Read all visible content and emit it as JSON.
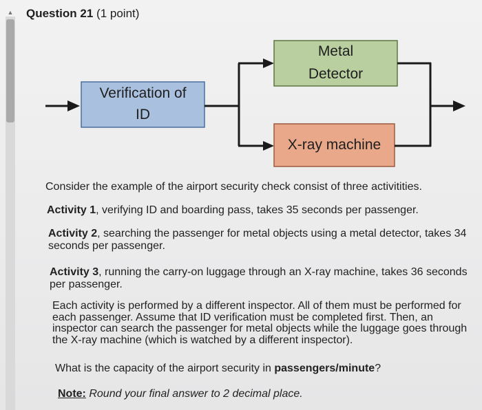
{
  "question": {
    "title": "Question 21",
    "points": "(1 point)"
  },
  "diagram": {
    "boxes": {
      "verification": {
        "line1": "Verification of",
        "line2": "ID"
      },
      "metal_detector": {
        "line1": "Metal",
        "line2": "Detector"
      },
      "xray": {
        "label": "X-ray machine"
      }
    },
    "colors": {
      "verification_fill": "#a9c0df",
      "metal_detector_fill": "#b9cfa0",
      "xray_fill": "#e9a88a",
      "line": "#1a1a1a"
    }
  },
  "text": {
    "intro": "Consider the example of the airport security check consist of three activitities.",
    "activity1": {
      "label": "Activity 1",
      "text": ", verifying ID and boarding pass, takes 35 seconds per passenger."
    },
    "activity2": {
      "label": "Activity 2",
      "text": ", searching the passenger for metal objects using a metal detector, takes 34 seconds per passenger."
    },
    "activity3": {
      "label": "Activity 3",
      "text": ", running the carry-on luggage through an X-ray machine, takes 36 seconds per passenger."
    },
    "description": "Each activity is performed by a different inspector. All of them must be performed for each passenger. Assume that ID verification must be completed first. Then, an inspector can search the passenger for metal objects while the luggage goes through the X-ray machine (which is watched by a different inspector).",
    "question_prefix": "What is the capacity of the airport security in ",
    "question_unit": "passengers/minute",
    "question_suffix": "?",
    "note_label": "Note:",
    "note_text": " Round your final answer to 2 decimal place."
  }
}
